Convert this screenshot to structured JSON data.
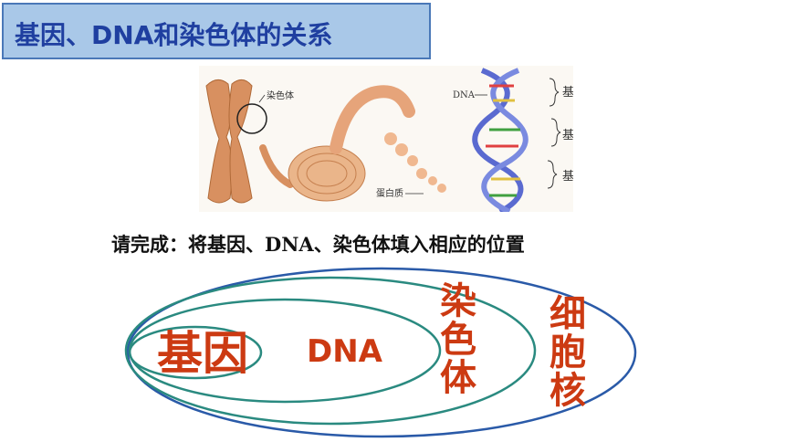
{
  "title": "基因、DNA和染色体的关系",
  "illustration": {
    "chromosome_label": "染色体",
    "dna_label": "DNA",
    "protein_label": "蛋白质",
    "gene_labels": [
      "基因",
      "基因",
      "基因"
    ]
  },
  "instruction": "请完成：将基因、DNA、染色体填入相应的位置",
  "diagram": {
    "labels": {
      "gene": "基因",
      "dna": "DNA",
      "chromosome": "染色体",
      "nucleus": "细胞核"
    },
    "colors": {
      "nucleus_ring": "#2a5aa8",
      "inner_rings": "#2a8a80",
      "label": "#cc3a12"
    }
  }
}
